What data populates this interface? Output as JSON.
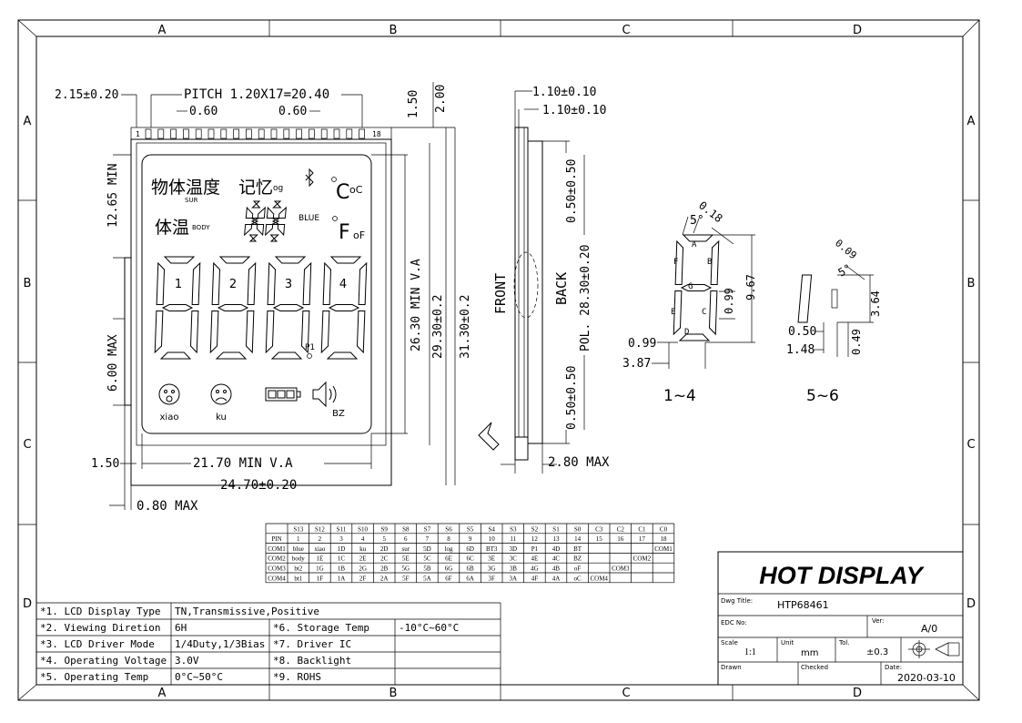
{
  "frame": {
    "cols": [
      "A",
      "B",
      "C",
      "D"
    ],
    "rows": [
      "A",
      "B",
      "C",
      "D"
    ]
  },
  "front_view": {
    "dims": {
      "edge": "2.15±0.20",
      "pitch": "PITCH 1.20X17=20.40",
      "pin_w1": "0.60",
      "pin_w2": "0.60",
      "top1": "1.50",
      "top2": "2.00",
      "left_min": "12.65 MIN",
      "left_max": "6.00 MAX",
      "va_h": "26.30 MIN V.A",
      "h1": "29.30±0.2",
      "h2": "31.30±0.2",
      "bottom_edge": "1.50",
      "va_w": "21.70 MIN V.A",
      "w": "24.70±0.20",
      "max": "0.80 MAX",
      "pin_first": "1",
      "pin_last": "18"
    },
    "lcd": {
      "icon_texts": [
        "物体温度",
        "SUR",
        "记忆",
        "og",
        "BLUE",
        "体温",
        "BODY"
      ],
      "celsius": "C",
      "oc": "oC",
      "fahrenheit": "F",
      "of": "oF",
      "digits": [
        "1",
        "2",
        "3",
        "4"
      ],
      "p1": "P1",
      "xiao": "xiao",
      "ku": "ku",
      "bz": "BZ"
    }
  },
  "side_view": {
    "dims": {
      "t1": "1.10±0.10",
      "t2": "1.10±0.10",
      "d1": "0.50±0.50",
      "pol": "POL. 28.30±0.20",
      "d2": "0.50±0.50",
      "max": "2.80 MAX"
    },
    "labels": {
      "front": "FRONT",
      "back": "BACK"
    }
  },
  "segment_detail_1": {
    "labels": [
      "A",
      "B",
      "C",
      "D",
      "E",
      "F",
      "G"
    ],
    "angle": "5°",
    "dims": {
      "t": "0.18",
      "h1": "0.99",
      "h2": "9.67",
      "w1": "0.99",
      "w2": "3.87"
    },
    "caption": "1~4"
  },
  "segment_detail_2": {
    "angle": "5°",
    "dims": {
      "t": "0.09",
      "h": "3.64",
      "a": "0.50",
      "b": "1.48",
      "c": "0.49"
    },
    "caption": "5~6"
  },
  "pin_table": {
    "header": [
      "",
      "S13",
      "S12",
      "S11",
      "S10",
      "S9",
      "S8",
      "S7",
      "S6",
      "S5",
      "S4",
      "S3",
      "S2",
      "S1",
      "S0",
      "C3",
      "C2",
      "C1",
      "C0"
    ],
    "rows": [
      [
        "PIN",
        "1",
        "2",
        "3",
        "4",
        "5",
        "6",
        "7",
        "8",
        "9",
        "10",
        "11",
        "12",
        "13",
        "14",
        "15",
        "16",
        "17",
        "18"
      ],
      [
        "COM1",
        "blue",
        "xiao",
        "1D",
        "ku",
        "2D",
        "sur",
        "5D",
        "log",
        "6D",
        "BT3",
        "3D",
        "P1",
        "4D",
        "BT",
        "",
        "",
        "",
        "COM1"
      ],
      [
        "COM2",
        "body",
        "1E",
        "1C",
        "2E",
        "2C",
        "5E",
        "5C",
        "6E",
        "6C",
        "3E",
        "3C",
        "4E",
        "4C",
        "BZ",
        "",
        "",
        "COM2",
        ""
      ],
      [
        "COM3",
        "bt2",
        "1G",
        "1B",
        "2G",
        "2B",
        "5G",
        "5B",
        "6G",
        "6B",
        "3G",
        "3B",
        "4G",
        "4B",
        "oF",
        "",
        "COM3",
        "",
        ""
      ],
      [
        "COM4",
        "bt1",
        "1F",
        "1A",
        "2F",
        "2A",
        "5F",
        "5A",
        "6F",
        "6A",
        "3F",
        "3A",
        "4F",
        "4A",
        "oC",
        "COM4",
        "",
        "",
        ""
      ]
    ]
  },
  "spec_table": [
    [
      "*1. LCD Display Type",
      "TN,Transmissive,Positive",
      "",
      ""
    ],
    [
      "*2. Viewing Diretion",
      "6H",
      "*6. Storage Temp",
      "-10°C~60°C"
    ],
    [
      "*3. LCD Driver Mode",
      "1/4Duty,1/3Bias",
      "*7. Driver IC",
      ""
    ],
    [
      "*4. Operating Voltage",
      "3.0V",
      "*8. Backlight",
      ""
    ],
    [
      "*5. Operating Temp",
      "0°C~50°C",
      "*9. ROHS",
      ""
    ]
  ],
  "title_block": {
    "company": "HOT DISPLAY",
    "dwg_title_label": "Dwg Title:",
    "dwg_title": "HTP68461",
    "edc_label": "EDC No:",
    "ver_label": "Ver:",
    "ver": "A/0",
    "scale_label": "Scale",
    "scale": "1:1",
    "unit_label": "Unit",
    "unit": "mm",
    "tol_label": "Tol.",
    "tol": "±0.3",
    "drawn_label": "Drawn",
    "checked_label": "Checked",
    "date_label": "Date:",
    "date": "2020-03-10"
  }
}
